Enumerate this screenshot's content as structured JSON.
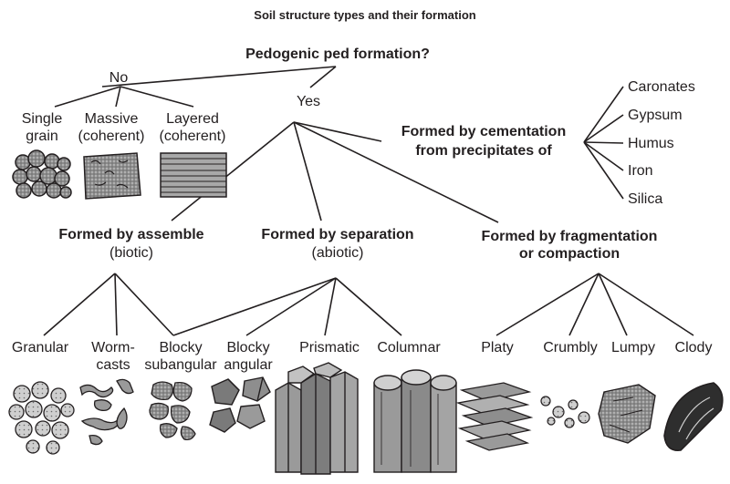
{
  "title": "Soil structure types and their formation",
  "question": "Pedogenic ped formation?",
  "no": "No",
  "yes": "Yes",
  "no_types": [
    {
      "line1": "Single",
      "line2": "grain"
    },
    {
      "line1": "Massive",
      "line2": "(coherent)"
    },
    {
      "line1": "Layered",
      "line2": "(coherent)"
    }
  ],
  "cementation": {
    "line1": "Formed by cementation",
    "line2": "from precipitates of",
    "items": [
      "Caronates",
      "Gypsum",
      "Humus",
      "Iron",
      "Silica"
    ]
  },
  "assemble": {
    "line1": "Formed by assemble",
    "line2": "(biotic)"
  },
  "separation": {
    "line1": "Formed by separation",
    "line2": "(abiotic)"
  },
  "fragmentation": {
    "line1": "Formed by fragmentation",
    "line2": "or compaction"
  },
  "structures": [
    {
      "line1": "Granular",
      "line2": ""
    },
    {
      "line1": "Worm-",
      "line2": "casts"
    },
    {
      "line1": "Blocky",
      "line2": "subangular"
    },
    {
      "line1": "Blocky",
      "line2": "angular"
    },
    {
      "line1": "Prismatic",
      "line2": ""
    },
    {
      "line1": "Columnar",
      "line2": ""
    },
    {
      "line1": "Platy",
      "line2": ""
    },
    {
      "line1": "Crumbly",
      "line2": ""
    },
    {
      "line1": "Lumpy",
      "line2": ""
    },
    {
      "line1": "Clody",
      "line2": ""
    }
  ],
  "colors": {
    "ink": "#231f20",
    "fill": "#9a9a9a",
    "light_fill": "#c8c8c8"
  }
}
